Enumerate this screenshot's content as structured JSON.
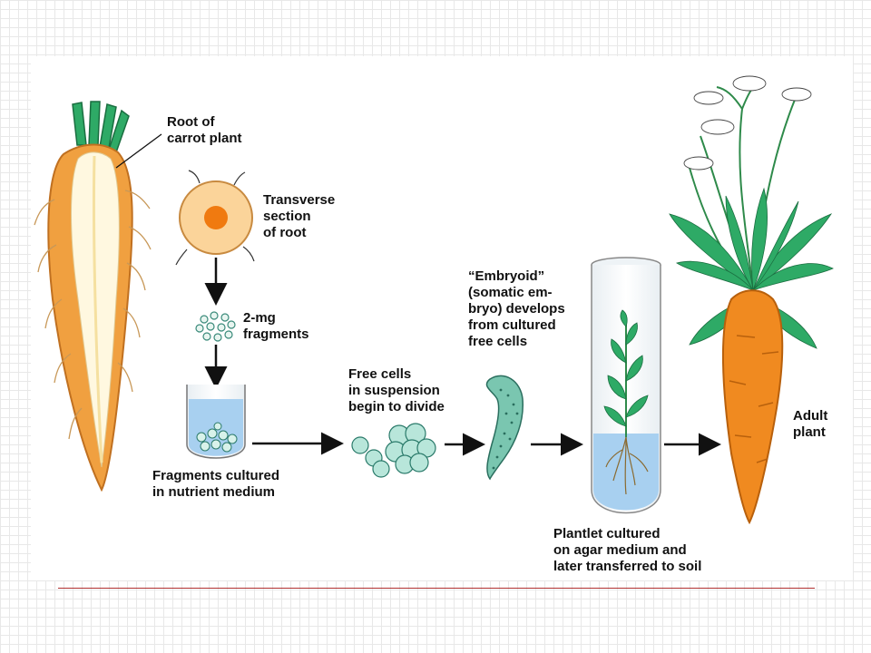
{
  "labels": {
    "root_of_carrot": "Root of\ncarrot plant",
    "transverse_section": "Transverse\nsection\nof root",
    "fragments": "2-mg\nfragments",
    "fragments_cultured": "Fragments cultured\nin nutrient medium",
    "free_cells": "Free cells\nin suspension\nbegin to divide",
    "embryoid": "“Embryoid”\n(somatic em-\nbryo) develops\nfrom cultured\nfree cells",
    "plantlet": "Plantlet cultured\non agar medium and\nlater transferred to soil",
    "adult_plant": "Adult\nplant"
  },
  "colors": {
    "carrot_orange": "#f0a040",
    "carrot_core": "#fff8e0",
    "leaf_green": "#2eaa66",
    "medium_blue": "#a8d0f0",
    "cell_teal": "#a8ddd0",
    "arrow": "#111111",
    "divider": "#b03030"
  }
}
